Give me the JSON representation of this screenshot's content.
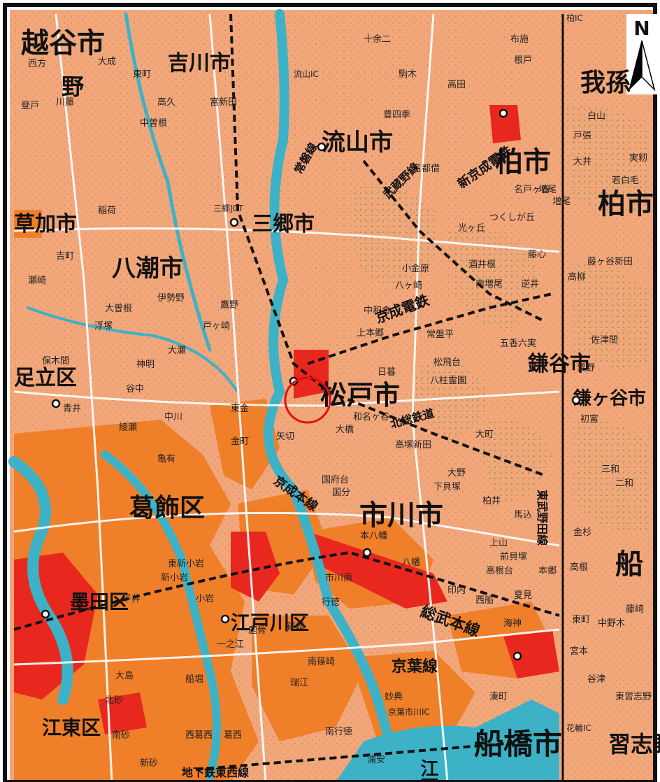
{
  "map": {
    "north_label": "N",
    "cities": [
      "越谷市",
      "吉川市",
      "流山市",
      "柏市",
      "柏市",
      "我孫",
      "草加市",
      "八潮市",
      "三郷市",
      "松戸市",
      "鎌ヶ谷市",
      "鎌谷市",
      "市川市",
      "船橋市",
      "葛飾区",
      "足立区",
      "墨田区",
      "江東区",
      "江戸川区",
      "船",
      "習志野",
      "野"
    ],
    "districts": [
      "西方",
      "大成",
      "東町",
      "川藤",
      "登戸",
      "中曽根",
      "高久",
      "富新田",
      "稲荷",
      "吉町",
      "瀬崎",
      "大曽根",
      "伊勢野",
      "鷹野",
      "大瀬",
      "戸ヶ崎",
      "浮塚",
      "保木間",
      "神明",
      "谷中",
      "青井",
      "綾瀬",
      "中川",
      "亀有",
      "金町",
      "東金",
      "矢切",
      "国府台",
      "国分",
      "大野",
      "柏井",
      "下貝塚",
      "八幡",
      "本八幡",
      "市川南",
      "行徳",
      "南行徳",
      "妙典",
      "浦安",
      "新砂",
      "南砂",
      "大島",
      "北砂",
      "平井",
      "小岩",
      "新小岩",
      "東新小岩",
      "西葛西",
      "葛西",
      "船堀",
      "瑞江",
      "一之江",
      "鹿骨",
      "篠崎",
      "南篠崎",
      "南増尾",
      "増尾",
      "酒井根",
      "小金原",
      "八ヶ崎",
      "中和倉",
      "上本郷",
      "常盤平",
      "五香六実",
      "松飛台",
      "八柱霊園",
      "日暮",
      "和名ヶ谷",
      "大橋",
      "高塚新田",
      "大町",
      "馬込",
      "金杉",
      "高根",
      "初富",
      "三和",
      "二和",
      "豊四季",
      "名都借",
      "十余二",
      "駒木",
      "高田",
      "根戸",
      "布施",
      "名戸ヶ谷",
      "光ヶ丘",
      "つくしが丘",
      "増尾",
      "藤心",
      "逆井",
      "藤ヶ谷新田",
      "高柳",
      "佐津間",
      "粟野",
      "若白毛",
      "大井",
      "白山",
      "戸張",
      "実籾",
      "谷津",
      "藤崎",
      "東習志野",
      "前貝塚",
      "上山",
      "夏見",
      "西船",
      "印内",
      "高根台",
      "本郷",
      "海神",
      "湊町",
      "宮本",
      "中野木",
      "東町"
    ],
    "railways": [
      "京成電鉄",
      "新京成電鉄",
      "北総鉄道",
      "総武本線",
      "京葉線",
      "京成本線",
      "東武野田線",
      "常磐線",
      "地下鉄東西線",
      "武蔵野線"
    ],
    "rivers": [
      "江戸川"
    ],
    "interchanges": [
      "三郷JCT",
      "流山IC",
      "京葉市川IC",
      "花輪IC",
      "柏IC"
    ],
    "colors": {
      "land": "#f2a77b",
      "built_up": "#f07f2a",
      "dense": "#e8281f",
      "water": "#3db2c7",
      "frame": "#111111",
      "marker": "#e01010"
    }
  }
}
